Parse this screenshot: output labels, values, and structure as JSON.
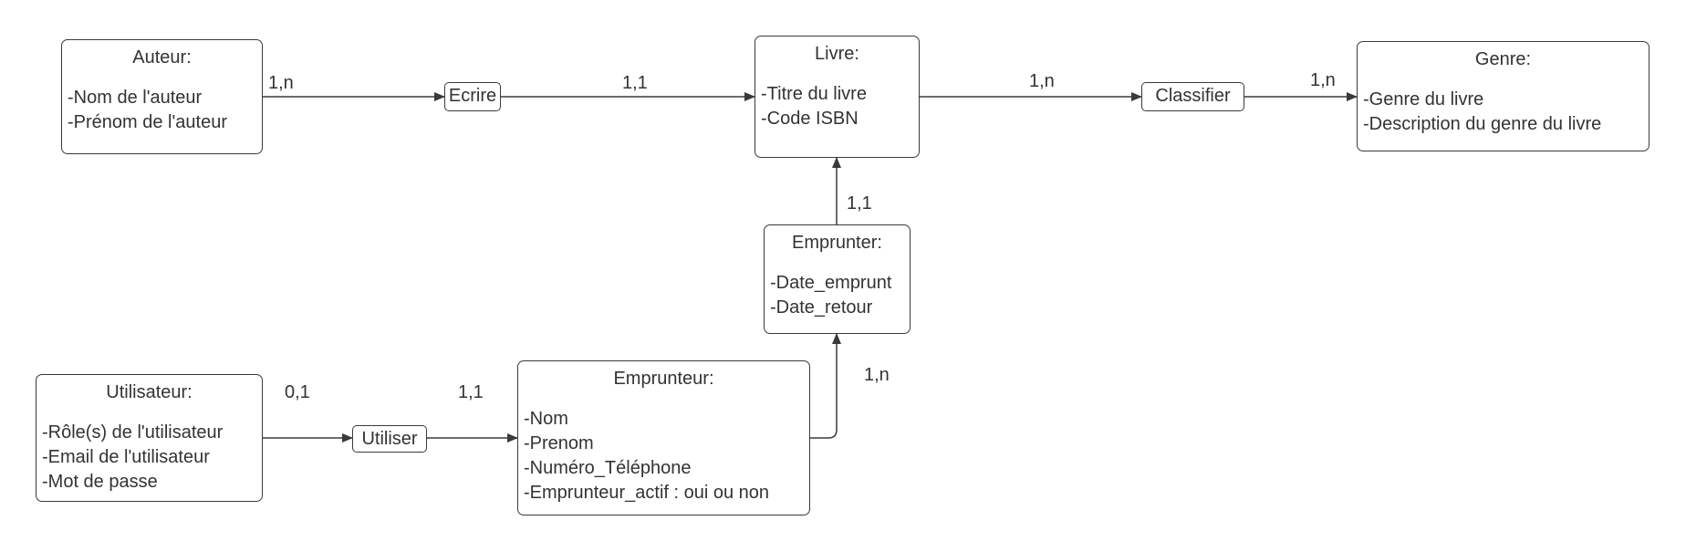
{
  "entities": {
    "auteur": {
      "title": "Auteur:",
      "attributes": [
        "-Nom de l'auteur",
        "-Prénom de l'auteur"
      ]
    },
    "livre": {
      "title": "Livre:",
      "attributes": [
        "-Titre du livre",
        "-Code ISBN"
      ]
    },
    "genre": {
      "title": "Genre:",
      "attributes": [
        "-Genre du livre",
        "-Description du genre du livre"
      ]
    },
    "emprunter": {
      "title": "Emprunter:",
      "attributes": [
        "-Date_emprunt",
        "-Date_retour"
      ]
    },
    "utilisateur": {
      "title": "Utilisateur:",
      "attributes": [
        "-Rôle(s) de l'utilisateur",
        "-Email de l'utilisateur",
        "-Mot de passe"
      ]
    },
    "emprunteur": {
      "title": "Emprunteur:",
      "attributes": [
        "-Nom",
        "-Prenom",
        "-Numéro_Téléphone",
        "-Emprunteur_actif : oui ou non"
      ]
    }
  },
  "relations": {
    "ecrire": "Ecrire",
    "classifier": "Classifier",
    "utiliser": "Utiliser"
  },
  "cardinalities": {
    "auteur_ecrire": "1,n",
    "ecrire_livre": "1,1",
    "livre_classifier": "1,n",
    "classifier_genre": "1,n",
    "emprunter_livre": "1,1",
    "emprunteur_emprunter": "1,n",
    "utilisateur_utiliser": "0,1",
    "utiliser_emprunteur": "1,1"
  },
  "colors": {
    "line": "#3a3a3a",
    "text": "#333333",
    "background": "#ffffff"
  }
}
